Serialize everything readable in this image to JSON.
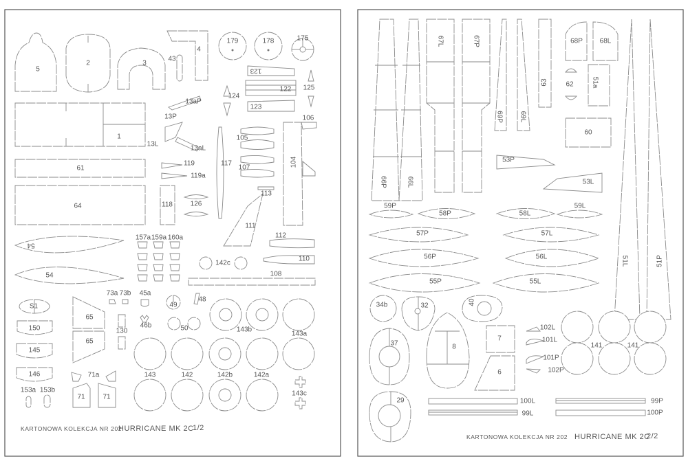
{
  "left_page": {
    "parts": [
      "5",
      "2",
      "3",
      "43",
      "4",
      "179",
      "178",
      "175",
      "123",
      "122",
      "123",
      "124",
      "125",
      "1",
      "13aP",
      "13P",
      "13L",
      "13aL",
      "61",
      "64",
      "119",
      "119a",
      "117",
      "118",
      "126",
      "113",
      "105",
      "106",
      "107",
      "104",
      "111",
      "112",
      "110",
      "108",
      "142c",
      "54",
      "54",
      "157a",
      "159a",
      "160a",
      "73a",
      "73b",
      "45a",
      "46b",
      "49",
      "48",
      "50",
      "S1",
      "150",
      "145",
      "146",
      "65",
      "65",
      "130",
      "71a",
      "71",
      "71",
      "153a",
      "153b",
      "143b",
      "143a",
      "143",
      "142",
      "142b",
      "142a",
      "143c"
    ],
    "footer": {
      "series": "KARTONOWA KOLEKCJA  NR 202",
      "model": "HURRICANE MK 2C",
      "page": "1/2"
    }
  },
  "right_page": {
    "parts": [
      "66P",
      "66L",
      "67L",
      "67P",
      "69P",
      "69L",
      "63",
      "68P",
      "68L",
      "62",
      "51a",
      "60",
      "53P",
      "53L",
      "59P",
      "58P",
      "58L",
      "59L",
      "57P",
      "57L",
      "56P",
      "56L",
      "55P",
      "55L",
      "51L",
      "51P",
      "34b",
      "32",
      "40",
      "37",
      "8",
      "7",
      "6",
      "29",
      "102L",
      "101L",
      "101P",
      "102P",
      "141",
      "141",
      "100L",
      "99L",
      "99P",
      "100P"
    ],
    "footer": {
      "series": "KARTONOWA KOLEKCJA  NR 202",
      "model": "HURRICANE MK 2C",
      "page": "2/2"
    }
  }
}
